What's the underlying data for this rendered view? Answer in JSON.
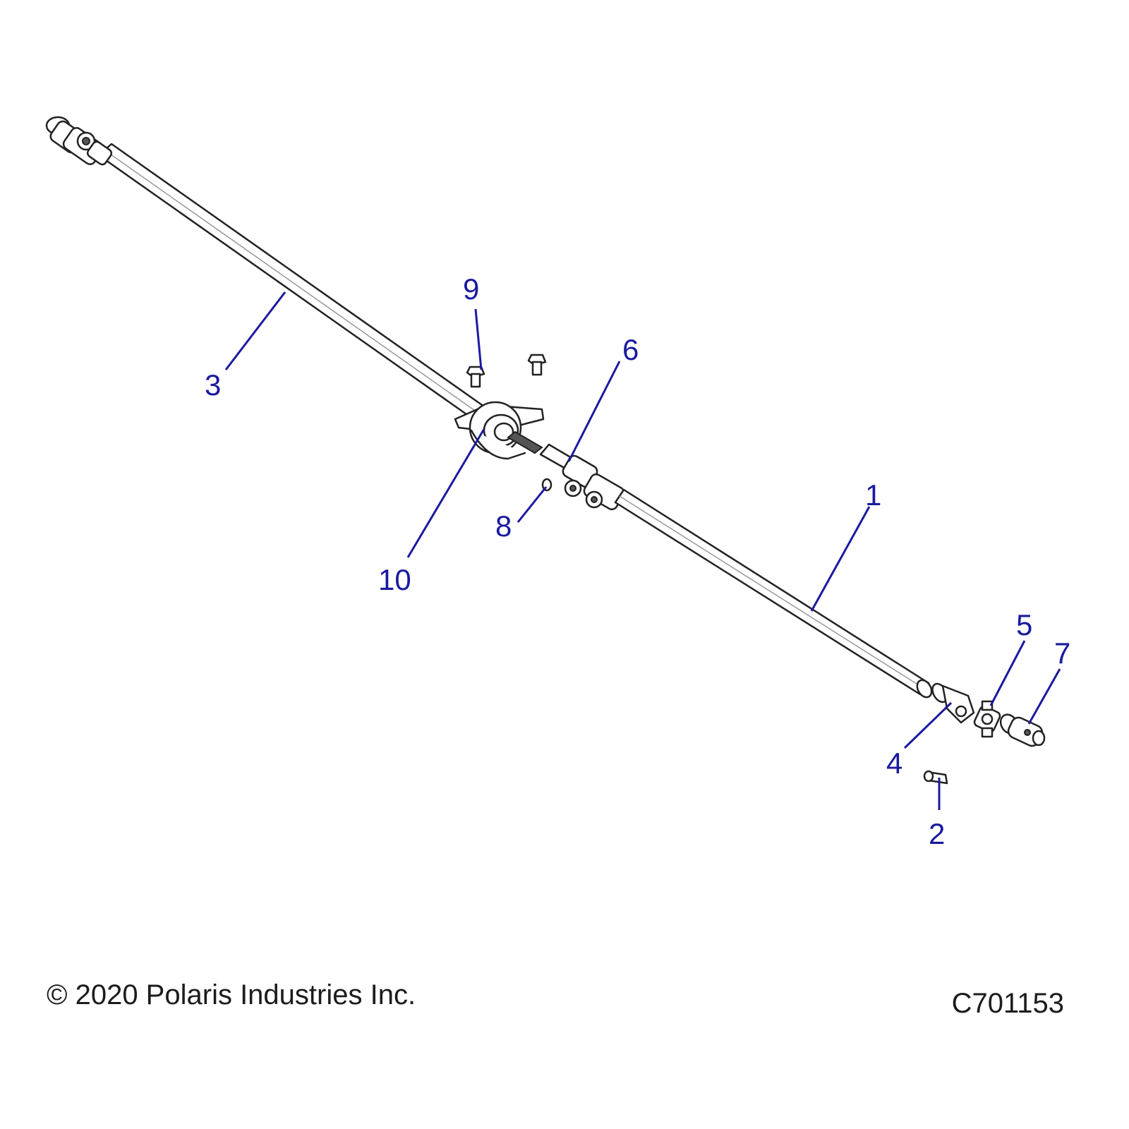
{
  "callouts": {
    "c1": "1",
    "c2": "2",
    "c3": "3",
    "c4": "4",
    "c5": "5",
    "c6": "6",
    "c7": "7",
    "c8": "8",
    "c9": "9",
    "c10": "10"
  },
  "footer": {
    "copyright": "© 2020 Polaris Industries Inc.",
    "drawing_code": "C701153"
  },
  "colors": {
    "callout": "#1a1aa0",
    "line_art": "#222222",
    "background": "#ffffff"
  }
}
